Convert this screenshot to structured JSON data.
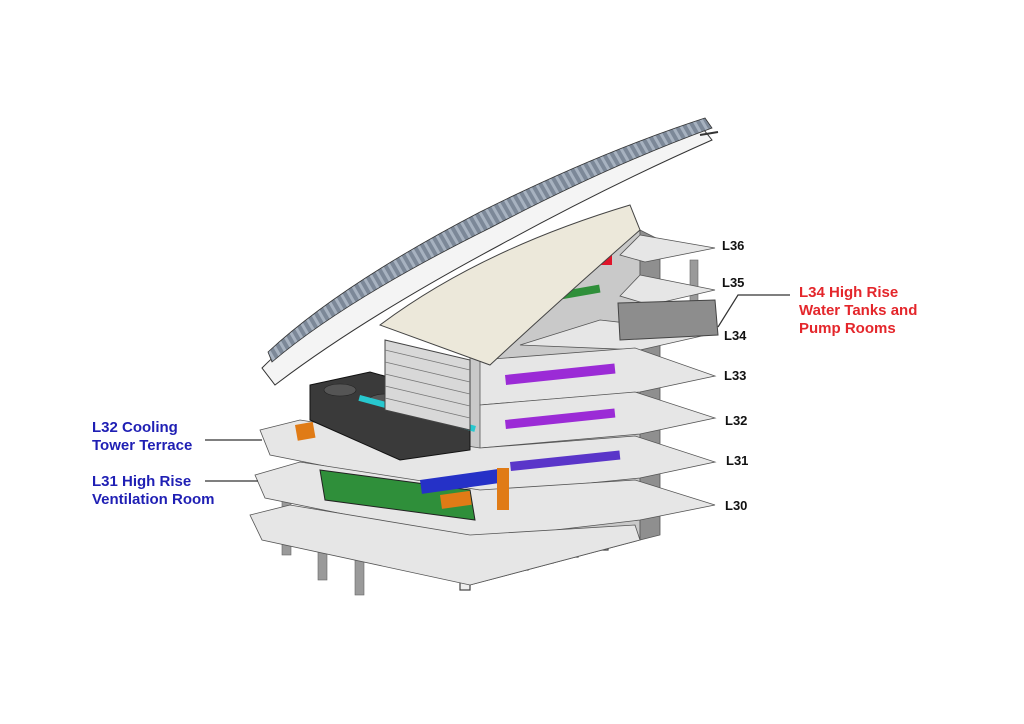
{
  "levels": [
    "L36",
    "L35",
    "L34",
    "L33",
    "L32",
    "L31",
    "L30"
  ],
  "callouts": {
    "water_tanks": {
      "line1": "L34 High Rise",
      "line2": "Water Tanks and",
      "line3": "Pump Rooms",
      "color": "#e4262b"
    },
    "cooling_tower": {
      "line1": "L32 Cooling",
      "line2": "Tower Terrace",
      "color": "#1f1fb4"
    },
    "ventilation": {
      "line1": "L31 High Rise",
      "line2": "Ventilation Room",
      "color": "#1f1fb4"
    }
  }
}
